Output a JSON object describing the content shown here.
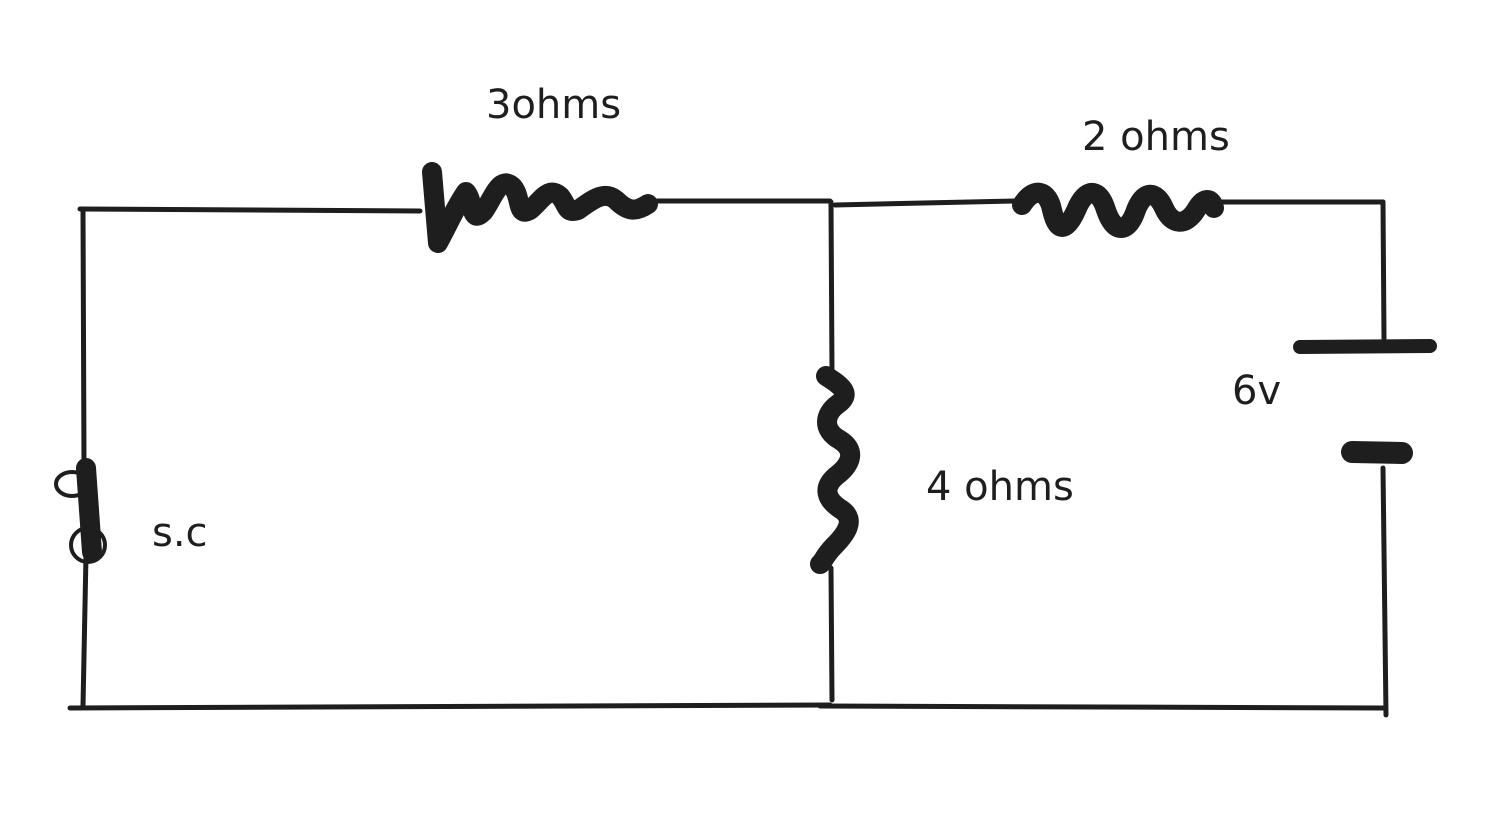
{
  "diagram": {
    "components": {
      "resistor_top_left": {
        "label": "3ohms"
      },
      "resistor_top_right": {
        "label": "2 ohms"
      },
      "resistor_middle": {
        "label": "4 ohms"
      },
      "battery": {
        "label": "6v"
      },
      "short_circuit": {
        "label": "s.c"
      }
    }
  },
  "colors": {
    "ink": "#1e1e1e",
    "background": "#ffffff"
  }
}
